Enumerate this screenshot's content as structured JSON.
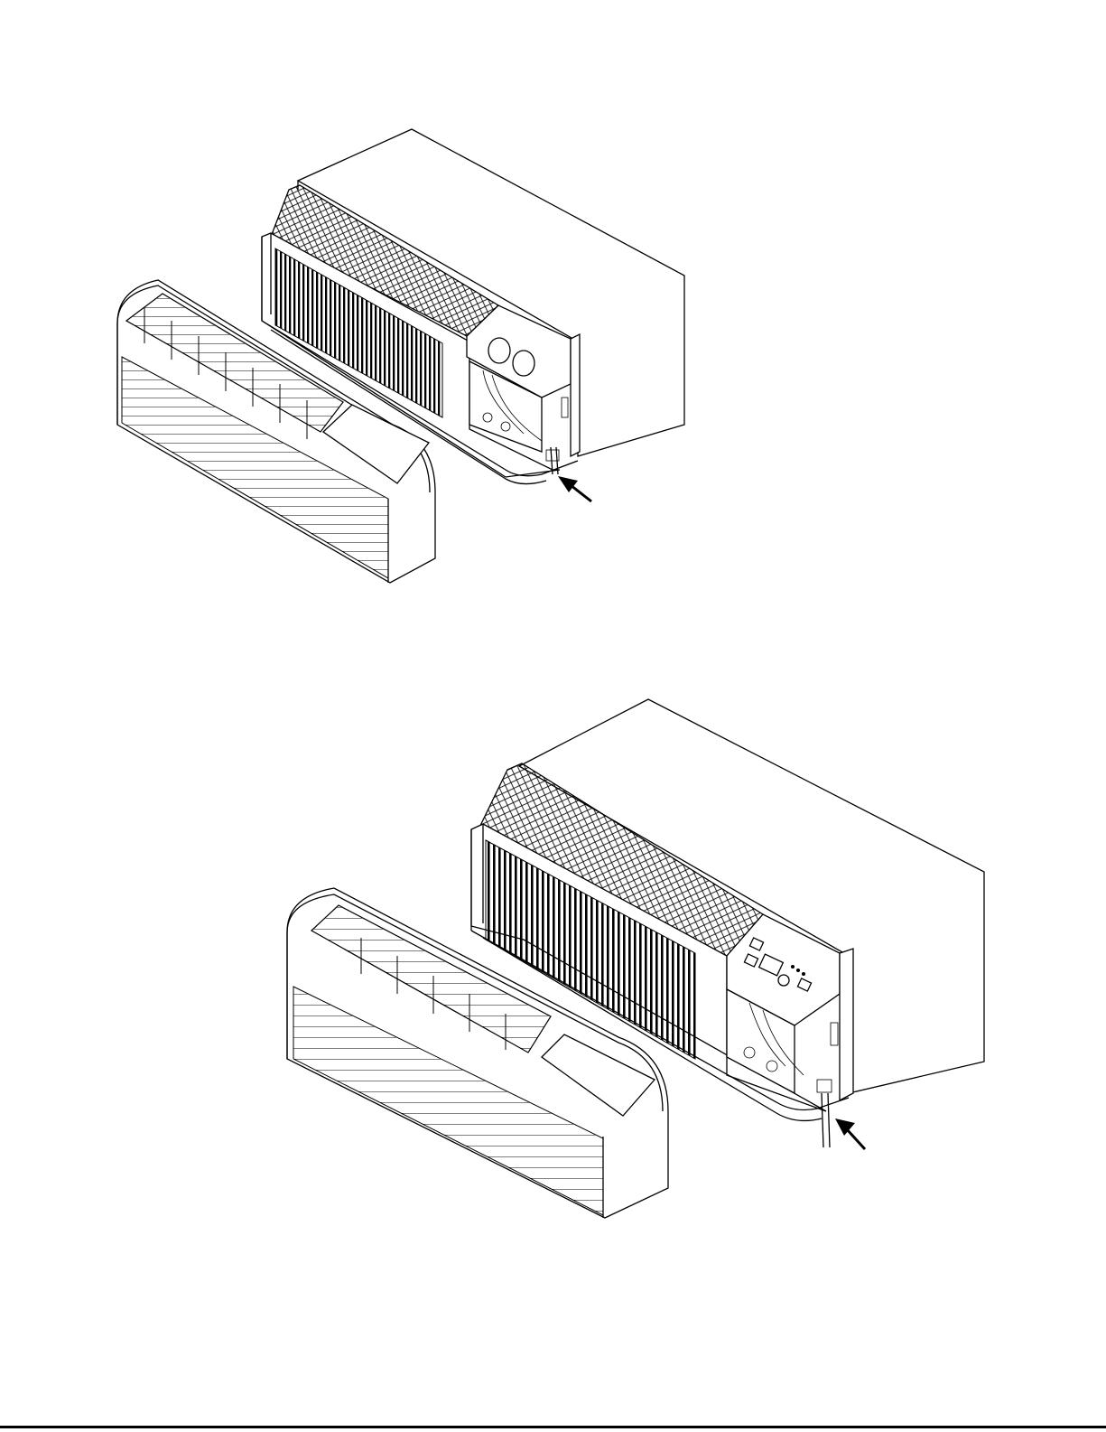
{
  "figures": [
    {
      "id": "unit-1",
      "control": "knobs"
    },
    {
      "id": "unit-2",
      "control": "digital-panel"
    }
  ],
  "colors": {
    "line": "#000000",
    "background": "#ffffff"
  },
  "icons": [
    "arrow-icon"
  ]
}
